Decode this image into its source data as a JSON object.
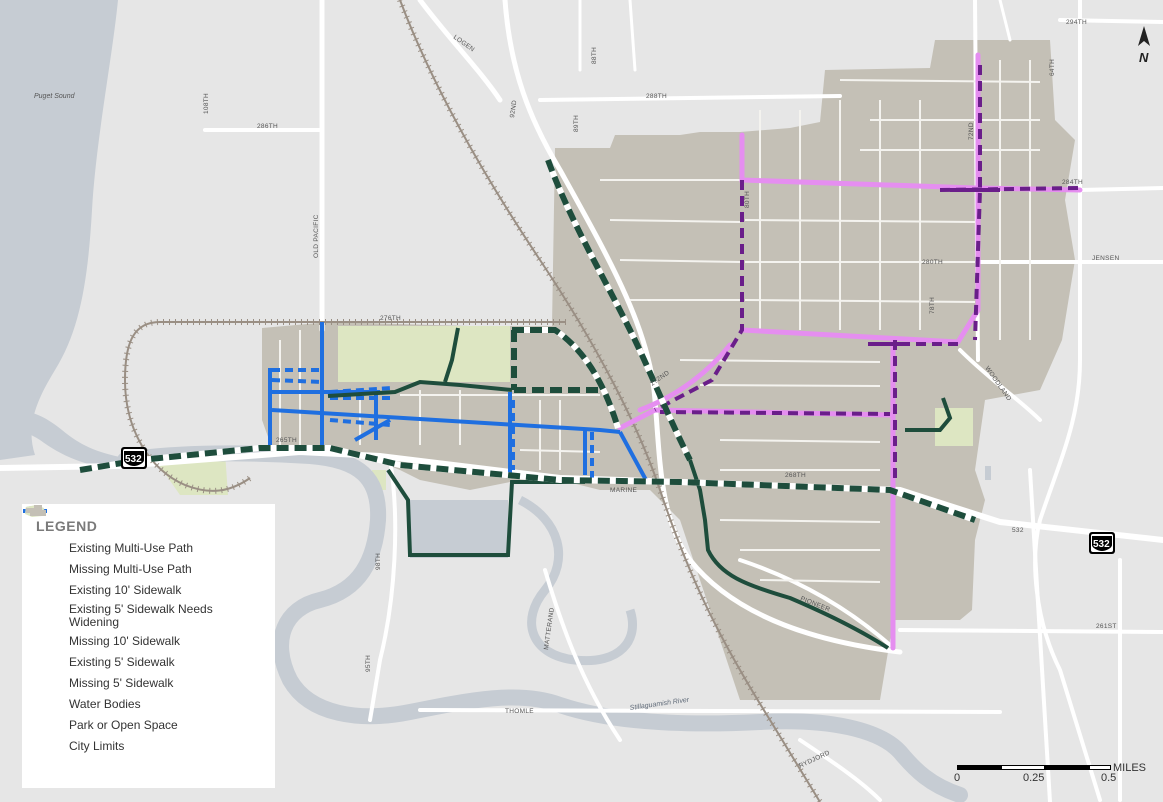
{
  "colors": {
    "background": "#e6e6e6",
    "water": "#c6ccd3",
    "city": "#c4c0b6",
    "park": "#dde6c2",
    "road": "#ffffff",
    "railroad": "#9a8f84",
    "existing_multi_use_path": "#1e4d3c",
    "missing_multi_use_path": "#1e4d3c",
    "existing_10_sidewalk": "#6a1e8a",
    "existing_5_sidewalk_needs_widening": "#e58ef0",
    "missing_10_sidewalk": "#6a1e8a",
    "existing_5_sidewalk": "#1f6fe0",
    "missing_5_sidewalk": "#1f6fe0"
  },
  "north_arrow": {
    "letter": "N",
    "icon": "north-arrow-icon"
  },
  "water_labels": {
    "puget_sound": "Puget Sound",
    "river": "Stillaguamish River"
  },
  "streets": {
    "s294th": "294TH",
    "logen": "LOGEN",
    "s88th": "88TH",
    "s64th": "64TH",
    "s288th": "288TH",
    "s92nd": "92ND",
    "s89th": "89TH",
    "s108th": "108TH",
    "s286th": "286TH",
    "s284th": "284TH",
    "s72nd": "72ND",
    "s80th": "80TH",
    "jensen": "JENSEN",
    "old_pacific": "OLD PACIFIC",
    "s280th": "280TH",
    "s78th": "78TH",
    "s276th": "276TH",
    "woodland": "WOODLAND",
    "marine": "MARINE",
    "s268th": "268TH",
    "s532": "532",
    "s98th": "98TH",
    "s95th": "95TH",
    "matterand": "MATTERAND",
    "pioneer": "PIONEER",
    "thomle": "THOMLE",
    "rydjord": "RYDJORD",
    "s261st": "261ST",
    "s265th": "265TH",
    "s272nd": "272ND",
    "highway": "532"
  },
  "legend": {
    "title": "LEGEND",
    "items": [
      {
        "key": "existing_multi_use_path",
        "label": "Existing Multi-Use Path",
        "style": "solid",
        "color": "#1e4d3c"
      },
      {
        "key": "missing_multi_use_path",
        "label": "Missing Multi-Use Path",
        "style": "dashed",
        "color": "#1e4d3c"
      },
      {
        "key": "existing_10_sidewalk",
        "label": "Existing 10' Sidewalk",
        "style": "solid",
        "color": "#6a1e8a"
      },
      {
        "key": "existing_5_sidewalk_needs_widening",
        "label": "Existing 5' Sidewalk Needs Widening",
        "style": "solid",
        "color": "#e58ef0"
      },
      {
        "key": "missing_10_sidewalk",
        "label": "Missing 10' Sidewalk",
        "style": "dashed",
        "color": "#6a1e8a"
      },
      {
        "key": "existing_5_sidewalk",
        "label": "Existing 5' Sidewalk",
        "style": "solid",
        "color": "#1f6fe0"
      },
      {
        "key": "missing_5_sidewalk",
        "label": "Missing 5' Sidewalk",
        "style": "dashed",
        "color": "#1f6fe0"
      },
      {
        "key": "water_bodies",
        "label": "Water Bodies",
        "style": "water",
        "color": "#c6ccd3"
      },
      {
        "key": "park_or_open_space",
        "label": "Park or Open Space",
        "style": "park",
        "color": "#dde6c2"
      },
      {
        "key": "city_limits",
        "label": "City Limits",
        "style": "city",
        "color": "#c4c0b6"
      }
    ]
  },
  "scale": {
    "ticks": [
      "0",
      "0.25",
      "0.5"
    ],
    "unit": "MILES"
  }
}
